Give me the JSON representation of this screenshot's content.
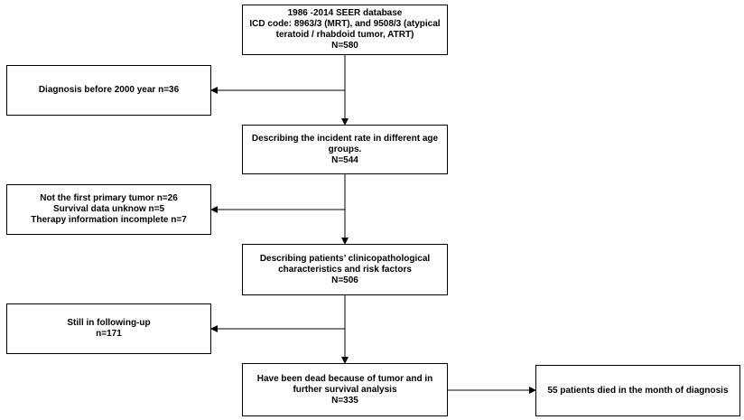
{
  "flowchart": {
    "main": [
      {
        "id": "seer",
        "lines": [
          "1986 -2014 SEER database",
          "ICD code: 8963/3 (MRT), and 9508/3 (atypical",
          "teratoid / rhabdoid tumor, ATRT)",
          "N=580"
        ]
      },
      {
        "id": "incidence",
        "lines": [
          "Describing the incident rate in different age",
          "groups.",
          "N=544"
        ]
      },
      {
        "id": "clinicopathological",
        "lines": [
          "Describing patients’ clinicopathological",
          "characteristics and risk factors",
          "N=506"
        ]
      },
      {
        "id": "survival",
        "lines": [
          "Have been dead because of tumor and in",
          "further survival analysis",
          "N=335"
        ]
      }
    ],
    "side": [
      {
        "id": "exclude-diagnosis",
        "lines": [
          "Diagnosis before 2000 year n=36"
        ]
      },
      {
        "id": "exclude-primary",
        "lines": [
          "Not the first primary tumor n=26",
          "Survival data unknow  n=5",
          "Therapy information incomplete n=7"
        ]
      },
      {
        "id": "following-up",
        "lines": [
          "Still in following-up",
          "n=171"
        ]
      },
      {
        "id": "died-month",
        "lines": [
          "55 patients died in the month of diagnosis"
        ]
      }
    ]
  }
}
